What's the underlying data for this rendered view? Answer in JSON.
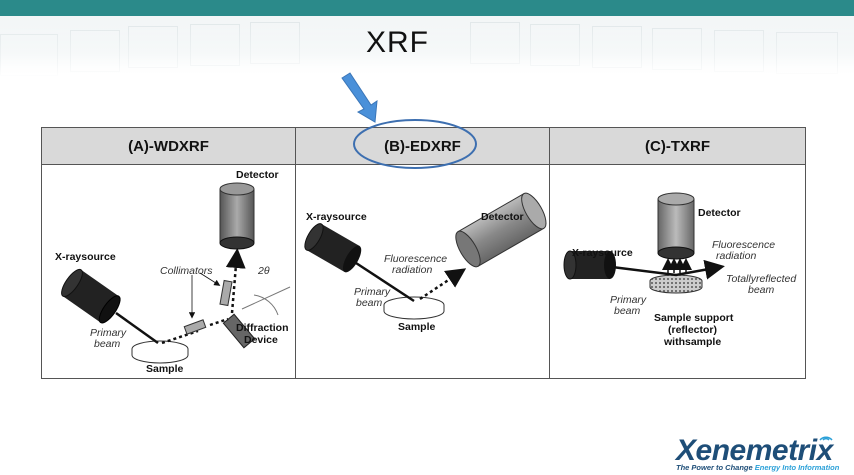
{
  "slide": {
    "title": "XRF"
  },
  "panels": [
    {
      "header": "(A)-WDXRF",
      "labels": {
        "detector": "Detector",
        "source": "X-raysource",
        "collimators": "Collimators",
        "angle": "2θ",
        "primary_beam_1": "Primary",
        "primary_beam_2": "beam",
        "diffraction_1": "Diffraction",
        "diffraction_2": "Device",
        "sample": "Sample"
      }
    },
    {
      "header": "(B)-EDXRF",
      "labels": {
        "source": "X-raysource",
        "detector": "Detector",
        "fluorescence_1": "Fluorescence",
        "fluorescence_2": "radiation",
        "primary_beam_1": "Primary",
        "primary_beam_2": "beam",
        "sample": "Sample"
      }
    },
    {
      "header": "(C)-TXRF",
      "labels": {
        "detector": "Detector",
        "source": "X-raysource",
        "fluorescence_1": "Fluorescence",
        "fluorescence_2": "radiation",
        "reflected_1": "Totallyreflected",
        "reflected_2": "beam",
        "primary_beam_1": "Primary",
        "primary_beam_2": "beam",
        "support_1": "Sample support",
        "support_2": "(reflector)",
        "support_3": "withsample"
      }
    }
  ],
  "logo": {
    "word": "Xenemetrix",
    "tagline_start": "The Power to Change ",
    "tagline_accent": "Energy Into Information"
  },
  "colors": {
    "top_bar": "#2b8a8a",
    "arrow": "#4a90d9",
    "highlight_circle": "#3d6fb0",
    "logo": "#1e4e78"
  }
}
